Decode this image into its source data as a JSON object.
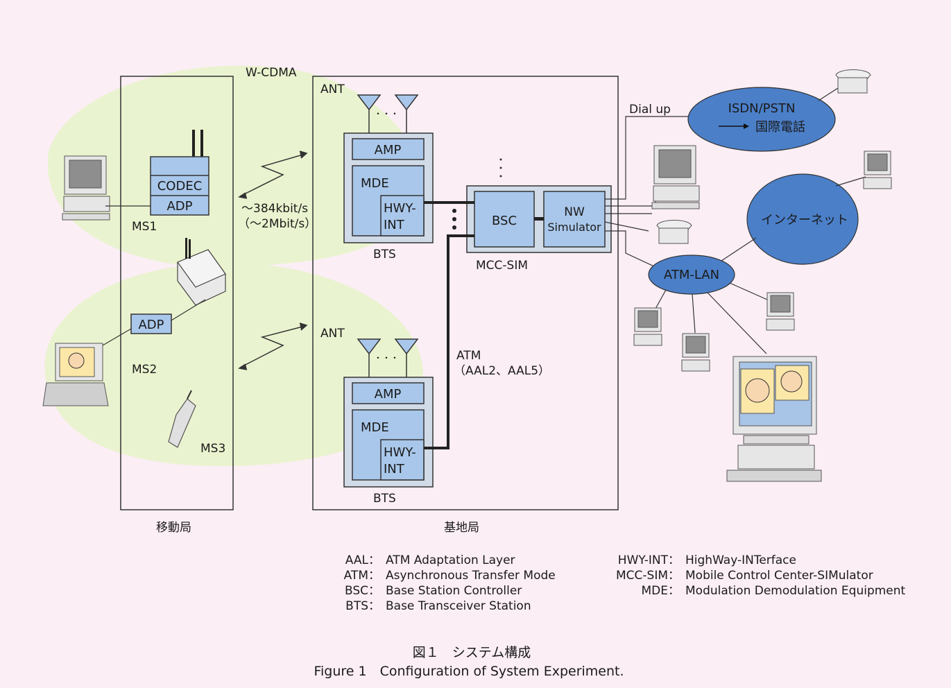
{
  "labels": {
    "wcdma": "W-CDMA",
    "ant_top": "ANT",
    "ant_bottom": "ANT",
    "dots": "・・・",
    "amp": "AMP",
    "mde": "MDE",
    "hwy": "HWY-",
    "int": "INT",
    "bts": "BTS",
    "bsc": "BSC",
    "nw1": "NW",
    "nw2": "Simulator",
    "mcc_sim": "MCC-SIM",
    "codec": "CODEC",
    "adp": "ADP",
    "ms1": "MS1",
    "ms2": "MS2",
    "ms3": "MS3",
    "rate1": "～384kbit/s",
    "rate2": "（～2Mbit/s）",
    "atm1": "ATM",
    "atm2": "（AAL2、AAL5）",
    "dial_up": "Dial up",
    "isdn1": "ISDN/PSTN",
    "isdn2": "国際電話",
    "internet": "インターネット",
    "atm_lan": "ATM-LAN",
    "mobile_station": "移動局",
    "base_station": "基地局"
  },
  "legend_left": [
    {
      "key": "AAL",
      "value": "ATM Adaptation Layer"
    },
    {
      "key": "ATM",
      "value": "Asynchronous Transfer Mode"
    },
    {
      "key": "BSC",
      "value": "Base Station Controller"
    },
    {
      "key": "BTS",
      "value": "Base Transceiver Station"
    }
  ],
  "legend_right": [
    {
      "key": "HWY-INT",
      "value": "HighWay-INTerface"
    },
    {
      "key": "MCC-SIM",
      "value": "Mobile Control Center-SIMulator"
    },
    {
      "key": "MDE",
      "value": "Modulation Demodulation Equipment"
    }
  ],
  "legend_sep": "：",
  "caption": {
    "jp": "図１　システム構成",
    "en": "Figure 1　Configuration of System Experiment."
  },
  "colors": {
    "background": "#fbeef5",
    "coverage": "#eaf3cf",
    "box_fill": "#a9c7ea",
    "box_outer": "#d1dbe8",
    "ellipse": "#4b7fc8",
    "line": "#333333"
  }
}
